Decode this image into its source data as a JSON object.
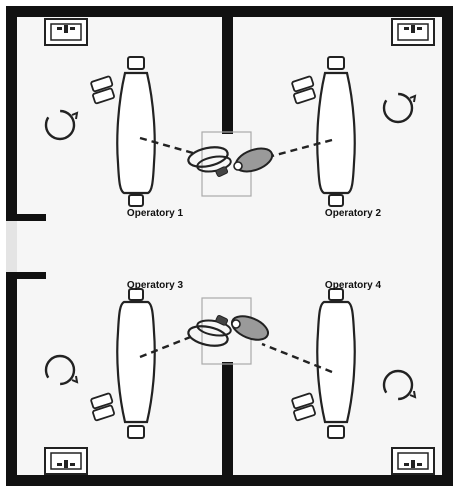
{
  "rooms": [
    {
      "id": "op1",
      "label": "Operatory 1"
    },
    {
      "id": "op2",
      "label": "Operatory 2"
    },
    {
      "id": "op3",
      "label": "Operatory 3"
    },
    {
      "id": "op4",
      "label": "Operatory 4"
    }
  ],
  "colors": {
    "wall": "#111111",
    "floor": "#f6f6f6",
    "outline": "#222222",
    "equipment_fill": "#9a9a9a",
    "shared_zone": "#aaaaaa"
  },
  "icons": {
    "sink": "sink-icon",
    "dental_chair": "dental-chair-icon",
    "operator_stool": "operator-stool-icon",
    "instrument_tray": "instrument-tray-icon",
    "delivery_unit": "shared-delivery-unit-icon",
    "doorway": "doorway-opening"
  }
}
